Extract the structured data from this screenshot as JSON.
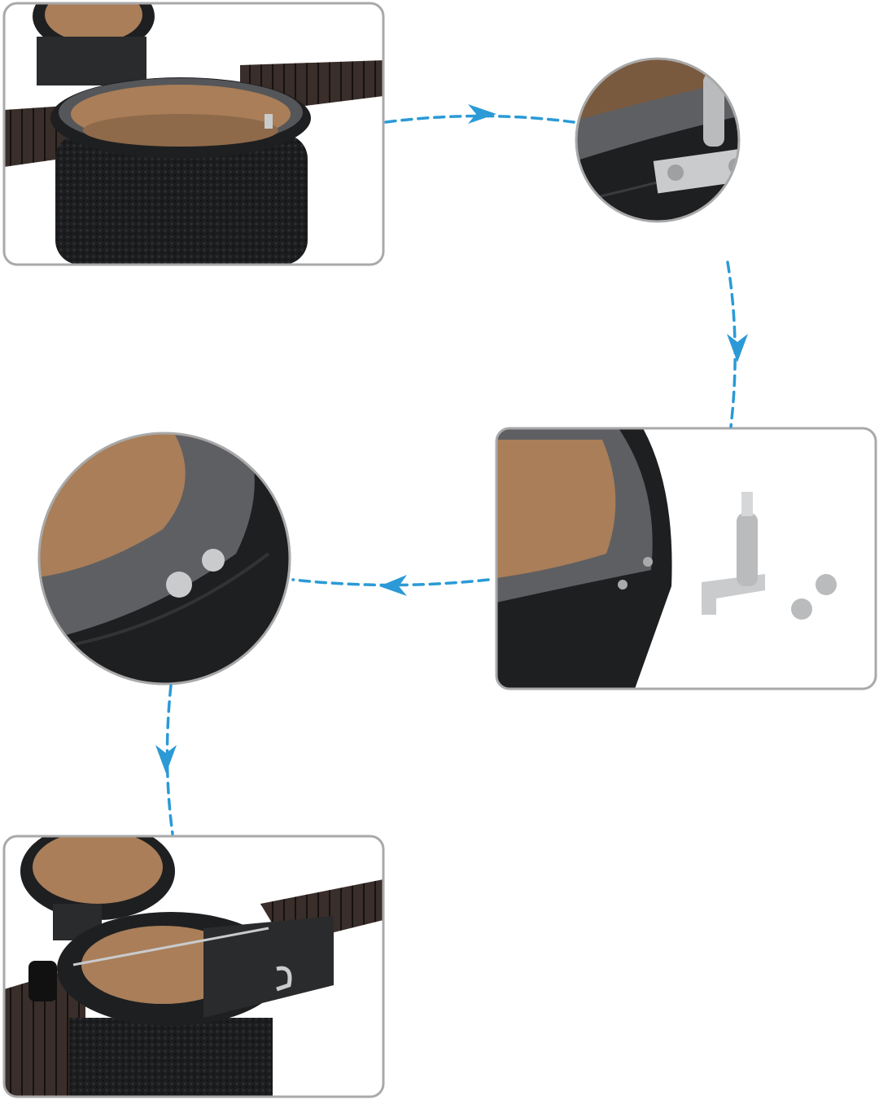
{
  "colors": {
    "background": "#ffffff",
    "frame_border": "#a9a9a9",
    "arrow": "#2b9ad6",
    "grill_body": "#1e1f21",
    "ceramic_interior": "#a97e58",
    "gasket": "#6b6c6e",
    "shelf": "#3a2e2a",
    "steel": "#c9cbcd"
  },
  "steps": [
    {
      "name": "grill-with-side-shelves",
      "frame": "rounded-rect"
    },
    {
      "name": "bracket-pin-closeup",
      "frame": "circle"
    },
    {
      "name": "bracket-and-nut-parts",
      "frame": "rounded-rect"
    },
    {
      "name": "cap-nuts-installed-closeup",
      "frame": "circle"
    },
    {
      "name": "rotisserie-ring-installed",
      "frame": "rounded-rect"
    }
  ],
  "arrows": [
    {
      "from": "step-1",
      "to": "step-2",
      "direction": "right"
    },
    {
      "from": "step-2",
      "to": "step-3",
      "direction": "down"
    },
    {
      "from": "step-3",
      "to": "step-4",
      "direction": "left"
    },
    {
      "from": "step-4",
      "to": "step-5",
      "direction": "down"
    }
  ]
}
